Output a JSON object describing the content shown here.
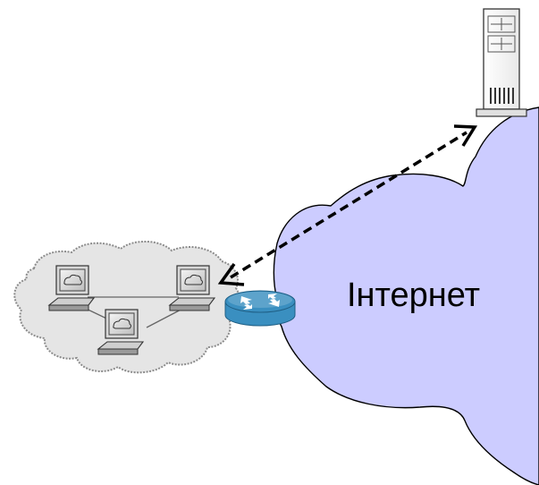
{
  "internet_cloud": {
    "label": "Інтернет",
    "fill": "#ccccff",
    "stroke": "#000000"
  },
  "local_network": {
    "fill": "#e5e5e5",
    "stroke": "#8c8c8c",
    "workstation_icon": "desktop-computer-icon",
    "workstation_count": 3
  },
  "router": {
    "icon": "router-icon",
    "color": "#3a8fc0"
  },
  "server": {
    "icon": "tower-server-icon"
  },
  "connection": {
    "style": "dashed double-headed arrow",
    "color": "#000000"
  }
}
